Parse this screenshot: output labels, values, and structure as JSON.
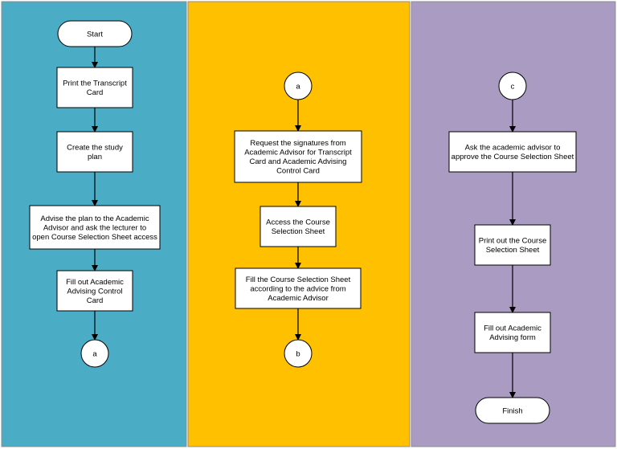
{
  "lanes": [
    {
      "id": "lane-1",
      "color": "#4bacc6"
    },
    {
      "id": "lane-2",
      "color": "#ffc000"
    },
    {
      "id": "lane-3",
      "color": "#a99bc1"
    }
  ],
  "nodes": {
    "start": {
      "label": "Start"
    },
    "print_transcript": {
      "label": "Print the Transcript\nCard"
    },
    "create_plan": {
      "label": "Create the study\nplan"
    },
    "advise_plan": {
      "label": "Advise the plan to the Academic\nAdvisor and ask the lecturer to\nopen Course Selection Sheet access"
    },
    "fill_control_card": {
      "label": "Fill out Academic\nAdvising Control\nCard"
    },
    "connector_a_out": {
      "label": "a"
    },
    "connector_a_in": {
      "label": "a"
    },
    "request_signatures": {
      "label": "Request the signatures from\nAcademic Advisor for Transcript\nCard and Academic Advising\nControl Card"
    },
    "access_sheet": {
      "label": "Access the Course\nSelection Sheet"
    },
    "fill_sheet": {
      "label": "Fill the Course Selection Sheet\naccording to the advice from\nAcademic Advisor"
    },
    "connector_b_out": {
      "label": "b"
    },
    "connector_c_in": {
      "label": "c"
    },
    "ask_approve": {
      "label": "Ask the academic advisor to\napprove the Course Selection Sheet"
    },
    "print_sheet": {
      "label": "Print out the Course\nSelection Sheet"
    },
    "fill_form": {
      "label": "Fill out Academic\nAdvising form"
    },
    "finish": {
      "label": "Finish"
    }
  },
  "edges": [
    [
      "start",
      "print_transcript"
    ],
    [
      "print_transcript",
      "create_plan"
    ],
    [
      "create_plan",
      "advise_plan"
    ],
    [
      "advise_plan",
      "fill_control_card"
    ],
    [
      "fill_control_card",
      "connector_a_out"
    ],
    [
      "connector_a_in",
      "request_signatures"
    ],
    [
      "request_signatures",
      "access_sheet"
    ],
    [
      "access_sheet",
      "fill_sheet"
    ],
    [
      "fill_sheet",
      "connector_b_out"
    ],
    [
      "connector_c_in",
      "ask_approve"
    ],
    [
      "ask_approve",
      "print_sheet"
    ],
    [
      "print_sheet",
      "fill_form"
    ],
    [
      "fill_form",
      "finish"
    ]
  ],
  "colors": {
    "node_fill": "#ffffff",
    "stroke": "#000000",
    "lane_border": "#8c8c8c"
  }
}
